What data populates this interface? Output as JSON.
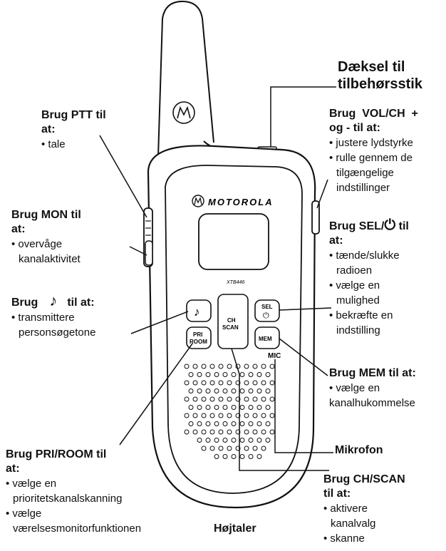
{
  "device": {
    "brand": "MOTOROLA",
    "model": "XTB446",
    "ptt_logo": "motorola-logo",
    "keys": {
      "call": "♪",
      "pri_line1": "PRI",
      "pri_line2": "ROOM",
      "ch_line1": "CH",
      "ch_line2": "SCAN",
      "sel_line1": "SEL",
      "sel_symbol": "⏻",
      "mem": "MEM"
    },
    "mic_label": "MIC"
  },
  "callouts": {
    "accessory": {
      "line1": "Dæksel til",
      "line2": "tilbehørsstik"
    },
    "ptt": {
      "title_a": "Brug PTT til",
      "title_b": "at:",
      "bullets": [
        "• tale"
      ]
    },
    "volch": {
      "title_a": "Brug  VOL/CH  +",
      "title_b": "og - til at:",
      "bullets": [
        "• justere lydstyrke",
        "• rulle gennem de",
        "tilgængelige",
        "indstillinger"
      ]
    },
    "mon": {
      "title_a": "Brug MON til",
      "title_b": "at:",
      "bullets": [
        "• overvåge",
        "kanalaktivitet"
      ]
    },
    "sel": {
      "title_a": "Brug SEL/",
      "title_sym": "⏻",
      "title_c": " til",
      "title_b": "at:",
      "bullets": [
        "• tænde/slukke",
        "radioen",
        "• vælge en",
        "mulighed",
        "• bekræfte en",
        "indstilling"
      ]
    },
    "call": {
      "title_a": "Brug",
      "title_sym": "♪",
      "title_c": "til at:",
      "bullets": [
        "• transmittere",
        "personsøgetone"
      ]
    },
    "mem": {
      "title": "Brug MEM til at:",
      "bullets": [
        "• vælge en",
        "kanalhukommelse"
      ]
    },
    "mic": {
      "title": "Mikrofon"
    },
    "pri": {
      "title_a": "Brug PRI/ROOM til",
      "title_b": "at:",
      "bullets": [
        "• vælge en",
        "prioritetskanalskanning",
        "• vælge",
        "værelsesmonitorfunktionen"
      ]
    },
    "speaker": {
      "title": "Højtaler"
    },
    "chscan": {
      "title_a": "Brug CH/SCAN",
      "title_b": "til at:",
      "bullets": [
        "• aktivere",
        "kanalvalg",
        "• skanne"
      ]
    }
  }
}
